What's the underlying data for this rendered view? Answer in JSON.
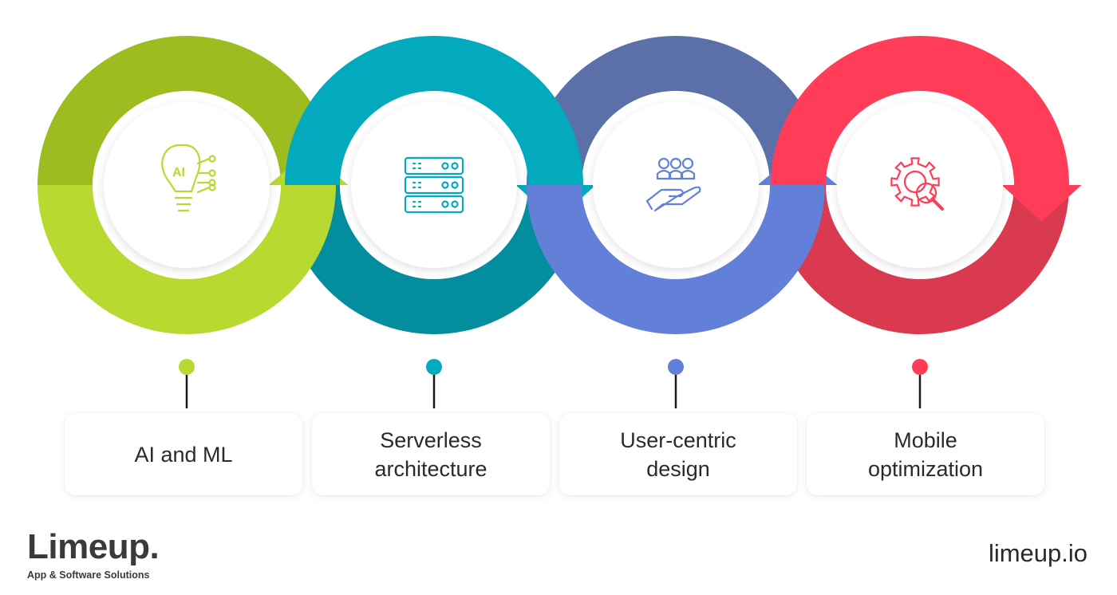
{
  "steps": [
    {
      "label": "AI and ML",
      "color_main": "#b8d930",
      "color_dark": "#9cbc1f",
      "icon": "ai-brain-bulb-icon",
      "arrow": "up"
    },
    {
      "label": "Serverless\narchitecture",
      "color_main": "#03a9bd",
      "color_dark": "#048e9d",
      "icon": "server-stack-icon",
      "arrow": "down"
    },
    {
      "label": "User-centric\ndesign",
      "color_main": "#6380d9",
      "color_dark": "#5b6fa8",
      "icon": "users-hand-icon",
      "arrow": "up"
    },
    {
      "label": "Mobile\noptimization",
      "color_main": "#ff3d58",
      "color_dark": "#d93a50",
      "icon": "gear-search-icon",
      "arrow": "down"
    }
  ],
  "icon_glyphs": {
    "ai": "AI"
  },
  "brand": {
    "name": "Limeup.",
    "tagline": "App & Software Solutions"
  },
  "site": "limeup.io",
  "colors": {
    "text": "#2a2a2a",
    "stem": "#1a1a1a",
    "center_bg": "#ffffff"
  }
}
